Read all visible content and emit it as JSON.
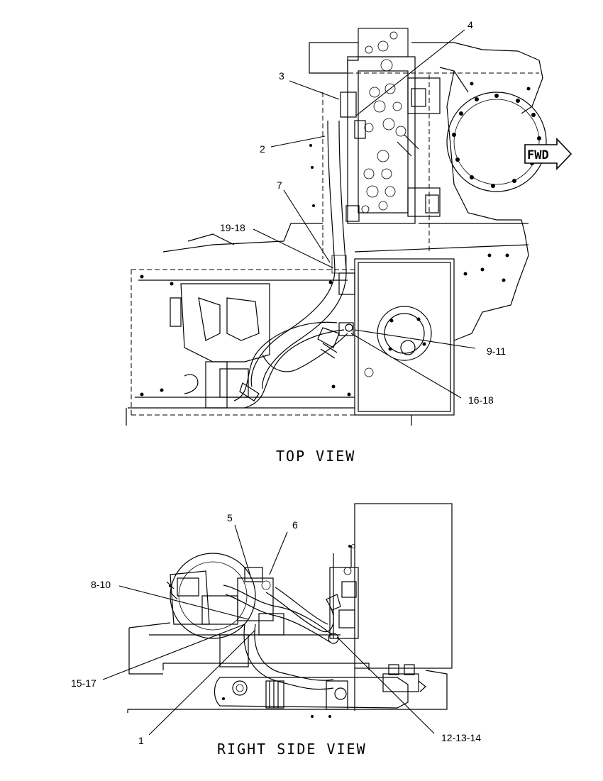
{
  "badge": {
    "fwd": "FWD"
  },
  "views": {
    "top": {
      "title": "TOP VIEW"
    },
    "right": {
      "title": "RIGHT SIDE VIEW"
    }
  },
  "callouts": {
    "c2": "2",
    "c3": "3",
    "c4": "4",
    "c7": "7",
    "c19_18": "19-18",
    "c9_11": "9-11",
    "c16_18": "16-18",
    "c5": "5",
    "c6": "6",
    "c8_10": "8-10",
    "c15_17": "15-17",
    "c1": "1",
    "c12_13_14": "12-13-14"
  }
}
